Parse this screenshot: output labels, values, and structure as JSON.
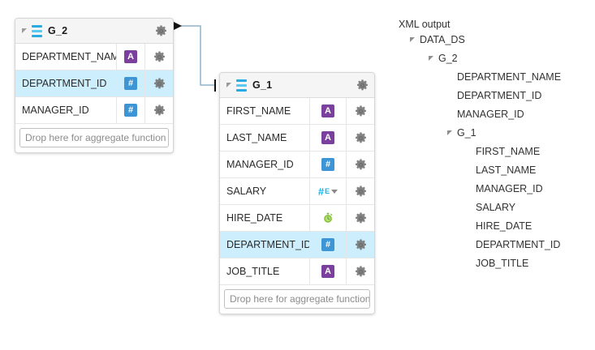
{
  "canvas": {
    "background": "#ffffff"
  },
  "colors": {
    "accent_blue": "#29abe2",
    "selected_row": "#cdeefd",
    "text_badge": "#7b3f9d",
    "number_badge": "#3d95d6",
    "aggregate_icon": "#13b5ea",
    "date_icon": "#8cc63f",
    "connector_line": "#8fb4c9",
    "panel_border": "#d6d6d6",
    "header_background": "#f5f5f5"
  },
  "groups": [
    {
      "id": "g2",
      "title": "G_2",
      "collapse_icon": "triangle-expanded-icon",
      "group_icon": "database-group-icon",
      "settings_icon": "gear-icon",
      "dropzone_placeholder": "Drop here for aggregate function",
      "fields": [
        {
          "name": "DEPARTMENT_NAME",
          "type": "text",
          "type_icon": "text-type-icon",
          "badge": "A",
          "selected": false,
          "settings_icon": "gear-icon"
        },
        {
          "name": "DEPARTMENT_ID",
          "type": "number",
          "type_icon": "number-type-icon",
          "badge": "#",
          "selected": true,
          "settings_icon": "gear-icon"
        },
        {
          "name": "MANAGER_ID",
          "type": "number",
          "type_icon": "number-type-icon",
          "badge": "#",
          "selected": false,
          "settings_icon": "gear-icon"
        }
      ]
    },
    {
      "id": "g1",
      "title": "G_1",
      "collapse_icon": "triangle-expanded-icon",
      "group_icon": "database-group-icon",
      "settings_icon": "gear-icon",
      "dropzone_placeholder": "Drop here for aggregate function",
      "fields": [
        {
          "name": "FIRST_NAME",
          "type": "text",
          "type_icon": "text-type-icon",
          "badge": "A",
          "selected": false,
          "settings_icon": "gear-icon"
        },
        {
          "name": "LAST_NAME",
          "type": "text",
          "type_icon": "text-type-icon",
          "badge": "A",
          "selected": false,
          "settings_icon": "gear-icon"
        },
        {
          "name": "MANAGER_ID",
          "type": "number",
          "type_icon": "number-type-icon",
          "badge": "#",
          "selected": false,
          "settings_icon": "gear-icon"
        },
        {
          "name": "SALARY",
          "type": "aggregate",
          "type_icon": "aggregate-type-icon",
          "badge": "#E",
          "selected": false,
          "settings_icon": "gear-icon"
        },
        {
          "name": "HIRE_DATE",
          "type": "date",
          "type_icon": "date-type-icon",
          "badge": "",
          "selected": false,
          "settings_icon": "gear-icon"
        },
        {
          "name": "DEPARTMENT_ID",
          "type": "number",
          "type_icon": "number-type-icon",
          "badge": "#",
          "selected": true,
          "settings_icon": "gear-icon"
        },
        {
          "name": "JOB_TITLE",
          "type": "text",
          "type_icon": "text-type-icon",
          "badge": "A",
          "selected": false,
          "settings_icon": "gear-icon"
        }
      ]
    }
  ],
  "connector": {
    "name": "group-link-connector",
    "arrow_icon": "arrow-right-icon",
    "terminator_icon": "link-terminator-icon"
  },
  "xml_output": {
    "title": "XML output",
    "nodes": [
      {
        "label": "DATA_DS",
        "depth": 0,
        "expandable": true
      },
      {
        "label": "G_2",
        "depth": 1,
        "expandable": true
      },
      {
        "label": "DEPARTMENT_NAME",
        "depth": 2,
        "expandable": false
      },
      {
        "label": "DEPARTMENT_ID",
        "depth": 2,
        "expandable": false
      },
      {
        "label": "MANAGER_ID",
        "depth": 2,
        "expandable": false
      },
      {
        "label": "G_1",
        "depth": 2,
        "expandable": true
      },
      {
        "label": "FIRST_NAME",
        "depth": 3,
        "expandable": false
      },
      {
        "label": "LAST_NAME",
        "depth": 3,
        "expandable": false
      },
      {
        "label": "MANAGER_ID",
        "depth": 3,
        "expandable": false
      },
      {
        "label": "SALARY",
        "depth": 3,
        "expandable": false
      },
      {
        "label": "HIRE_DATE",
        "depth": 3,
        "expandable": false
      },
      {
        "label": "DEPARTMENT_ID",
        "depth": 3,
        "expandable": false
      },
      {
        "label": "JOB_TITLE",
        "depth": 3,
        "expandable": false
      }
    ]
  }
}
